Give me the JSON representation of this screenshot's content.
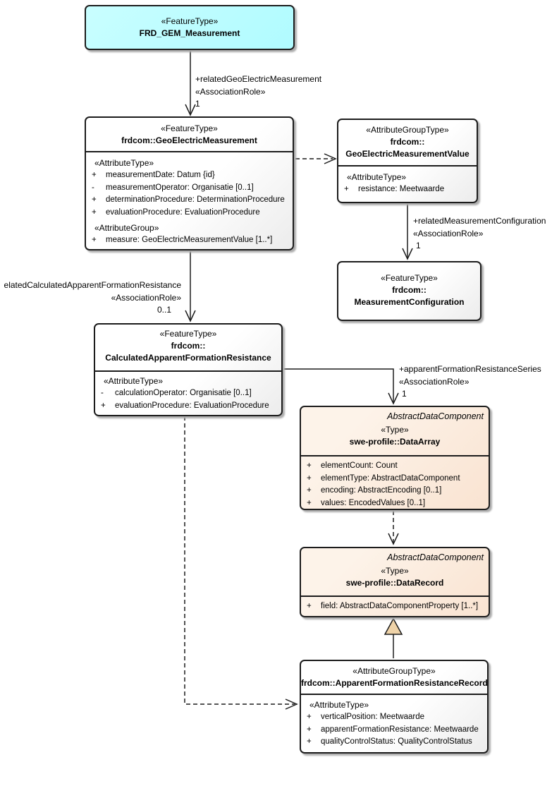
{
  "colors": {
    "cyan_fill": "#b3fcff",
    "peach_fill": "#f9e3d1",
    "box_fill_gradient_end": "#ececec",
    "border": "#1c1c1c",
    "generalization_triangle_fill": "#efd3a8"
  },
  "boxes": {
    "frd_gem": {
      "stereotype": "«FeatureType»",
      "name": "FRD_GEM_Measurement"
    },
    "gem": {
      "stereotype": "«FeatureType»",
      "name": "frdcom::GeoElectricMeasurement",
      "attr_header": "«AttributeType»",
      "attrs": [
        {
          "vis": "+",
          "text": "measurementDate: Datum {id}"
        },
        {
          "vis": "-",
          "text": "measurementOperator: Organisatie [0..1]"
        },
        {
          "vis": "+",
          "text": "determinationProcedure: DeterminationProcedure"
        },
        {
          "vis": "+",
          "text": "evaluationProcedure: EvaluationProcedure"
        }
      ],
      "group_header": "«AttributeGroup»",
      "group_attrs": [
        {
          "vis": "+",
          "text": "measure: GeoElectricMeasurementValue [1..*]"
        }
      ]
    },
    "gemv": {
      "stereotype": "«AttributeGroupType»",
      "name_line1": "frdcom::",
      "name_line2": "GeoElectricMeasurementValue",
      "attr_header": "«AttributeType»",
      "attrs": [
        {
          "vis": "+",
          "text": "resistance: Meetwaarde"
        }
      ]
    },
    "mc": {
      "stereotype": "«FeatureType»",
      "name_line1": "frdcom::",
      "name_line2": "MeasurementConfiguration"
    },
    "cafr": {
      "stereotype": "«FeatureType»",
      "name_line1": "frdcom::",
      "name_line2": "CalculatedApparentFormationResistance",
      "attr_header": "«AttributeType»",
      "attrs": [
        {
          "vis": "-",
          "text": "calculationOperator: Organisatie [0..1]"
        },
        {
          "vis": "+",
          "text": "evaluationProcedure: EvaluationProcedure"
        }
      ]
    },
    "data_array": {
      "parent": "AbstractDataComponent",
      "stereotype": "«Type»",
      "name": "swe-profile::DataArray",
      "attrs": [
        {
          "vis": "+",
          "text": "elementCount: Count"
        },
        {
          "vis": "+",
          "text": "elementType: AbstractDataComponent"
        },
        {
          "vis": "+",
          "text": "encoding: AbstractEncoding [0..1]"
        },
        {
          "vis": "+",
          "text": "values: EncodedValues [0..1]"
        }
      ]
    },
    "data_record": {
      "parent": "AbstractDataComponent",
      "stereotype": "«Type»",
      "name": "swe-profile::DataRecord",
      "attrs": [
        {
          "vis": "+",
          "text": "field: AbstractDataComponentProperty [1..*]"
        }
      ]
    },
    "afrr": {
      "stereotype": "«AttributeGroupType»",
      "name": "frdcom::ApparentFormationResistanceRecord",
      "attr_header": "«AttributeType»",
      "attrs": [
        {
          "vis": "+",
          "text": "verticalPosition: Meetwaarde"
        },
        {
          "vis": "+",
          "text": "apparentFormationResistance: Meetwaarde"
        },
        {
          "vis": "+",
          "text": "qualityControlStatus: QualityControlStatus"
        }
      ]
    }
  },
  "labels": {
    "related_geo": {
      "name": "+relatedGeoElectricMeasurement",
      "role": "«AssociationRole»",
      "mult": "1"
    },
    "related_config": {
      "name": "+relatedMeasurementConfiguration",
      "role": "«AssociationRole»",
      "mult": "1"
    },
    "related_calc": {
      "name": "elatedCalculatedApparentFormationResistance",
      "role": "«AssociationRole»",
      "mult": "0..1"
    },
    "series": {
      "name": "+apparentFormationResistanceSeries",
      "role": "«AssociationRole»",
      "mult": "1"
    }
  }
}
